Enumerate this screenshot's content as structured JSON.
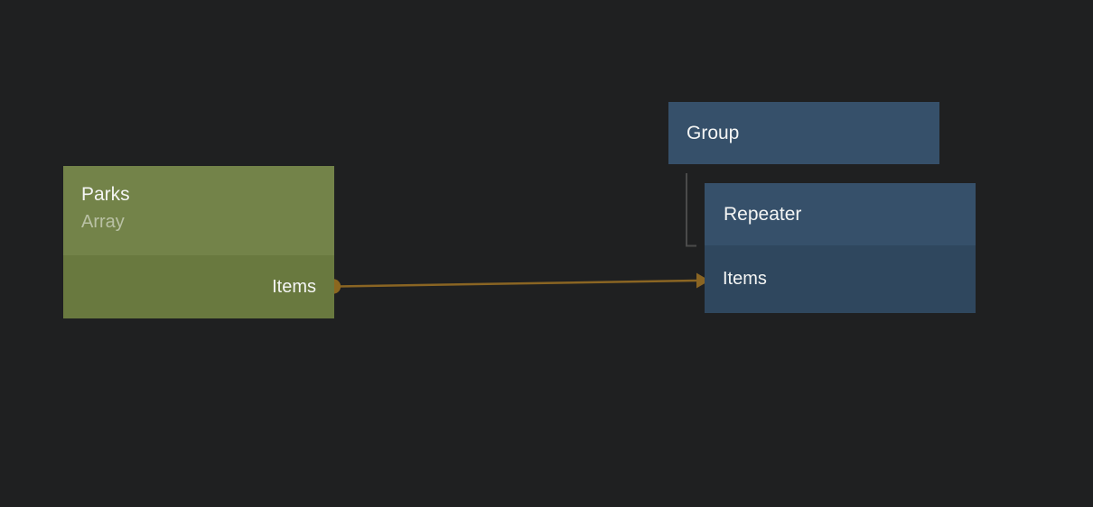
{
  "canvas": {
    "background_color": "#1f2021"
  },
  "nodes": {
    "parks": {
      "title": "Parks",
      "subtitle": "Array",
      "header_color": "#738349",
      "body_color": "#69793f",
      "ports": [
        {
          "label": "Items",
          "direction": "output"
        }
      ]
    },
    "group": {
      "title": "Group",
      "color": "#36506a"
    },
    "repeater": {
      "title": "Repeater",
      "header_color": "#36506a",
      "body_color": "#2f475e",
      "ports": [
        {
          "label": "Items",
          "direction": "input"
        }
      ]
    }
  },
  "connection": {
    "from_node": "Parks",
    "from_port": "Items",
    "to_node": "Repeater",
    "to_port": "Items",
    "line_color": "#8a6523",
    "dot_color": "#8c671f"
  },
  "hierarchy_link": {
    "from_node": "Group",
    "to_node": "Repeater",
    "color": "#4b4b4b"
  }
}
